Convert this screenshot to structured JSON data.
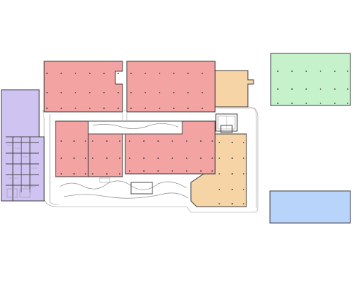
{
  "plan": {
    "zones": [
      {
        "id": "retail-north-west",
        "use": "retail",
        "color": "#f4a3a3"
      },
      {
        "id": "retail-north-east",
        "use": "retail",
        "color": "#f4a3a3"
      },
      {
        "id": "retail-south-west",
        "use": "retail",
        "color": "#f4a3a3"
      },
      {
        "id": "retail-south-center",
        "use": "retail",
        "color": "#f4a3a3"
      },
      {
        "id": "retail-south-east",
        "use": "retail",
        "color": "#f4a3a3"
      },
      {
        "id": "anchor-north",
        "use": "anchor",
        "color": "#f7d4a6"
      },
      {
        "id": "anchor-south",
        "use": "anchor",
        "color": "#f7d4a6"
      },
      {
        "id": "office-west",
        "use": "office",
        "color": "#cfc3f2"
      },
      {
        "id": "legend-green",
        "use": "parking",
        "color": "#c6f2cb"
      },
      {
        "id": "legend-blue",
        "use": "residential",
        "color": "#b9d4fa"
      }
    ],
    "colors": {
      "wall": "#4a4a4a",
      "column": "#3a3a3a",
      "background": "#ffffff"
    }
  }
}
